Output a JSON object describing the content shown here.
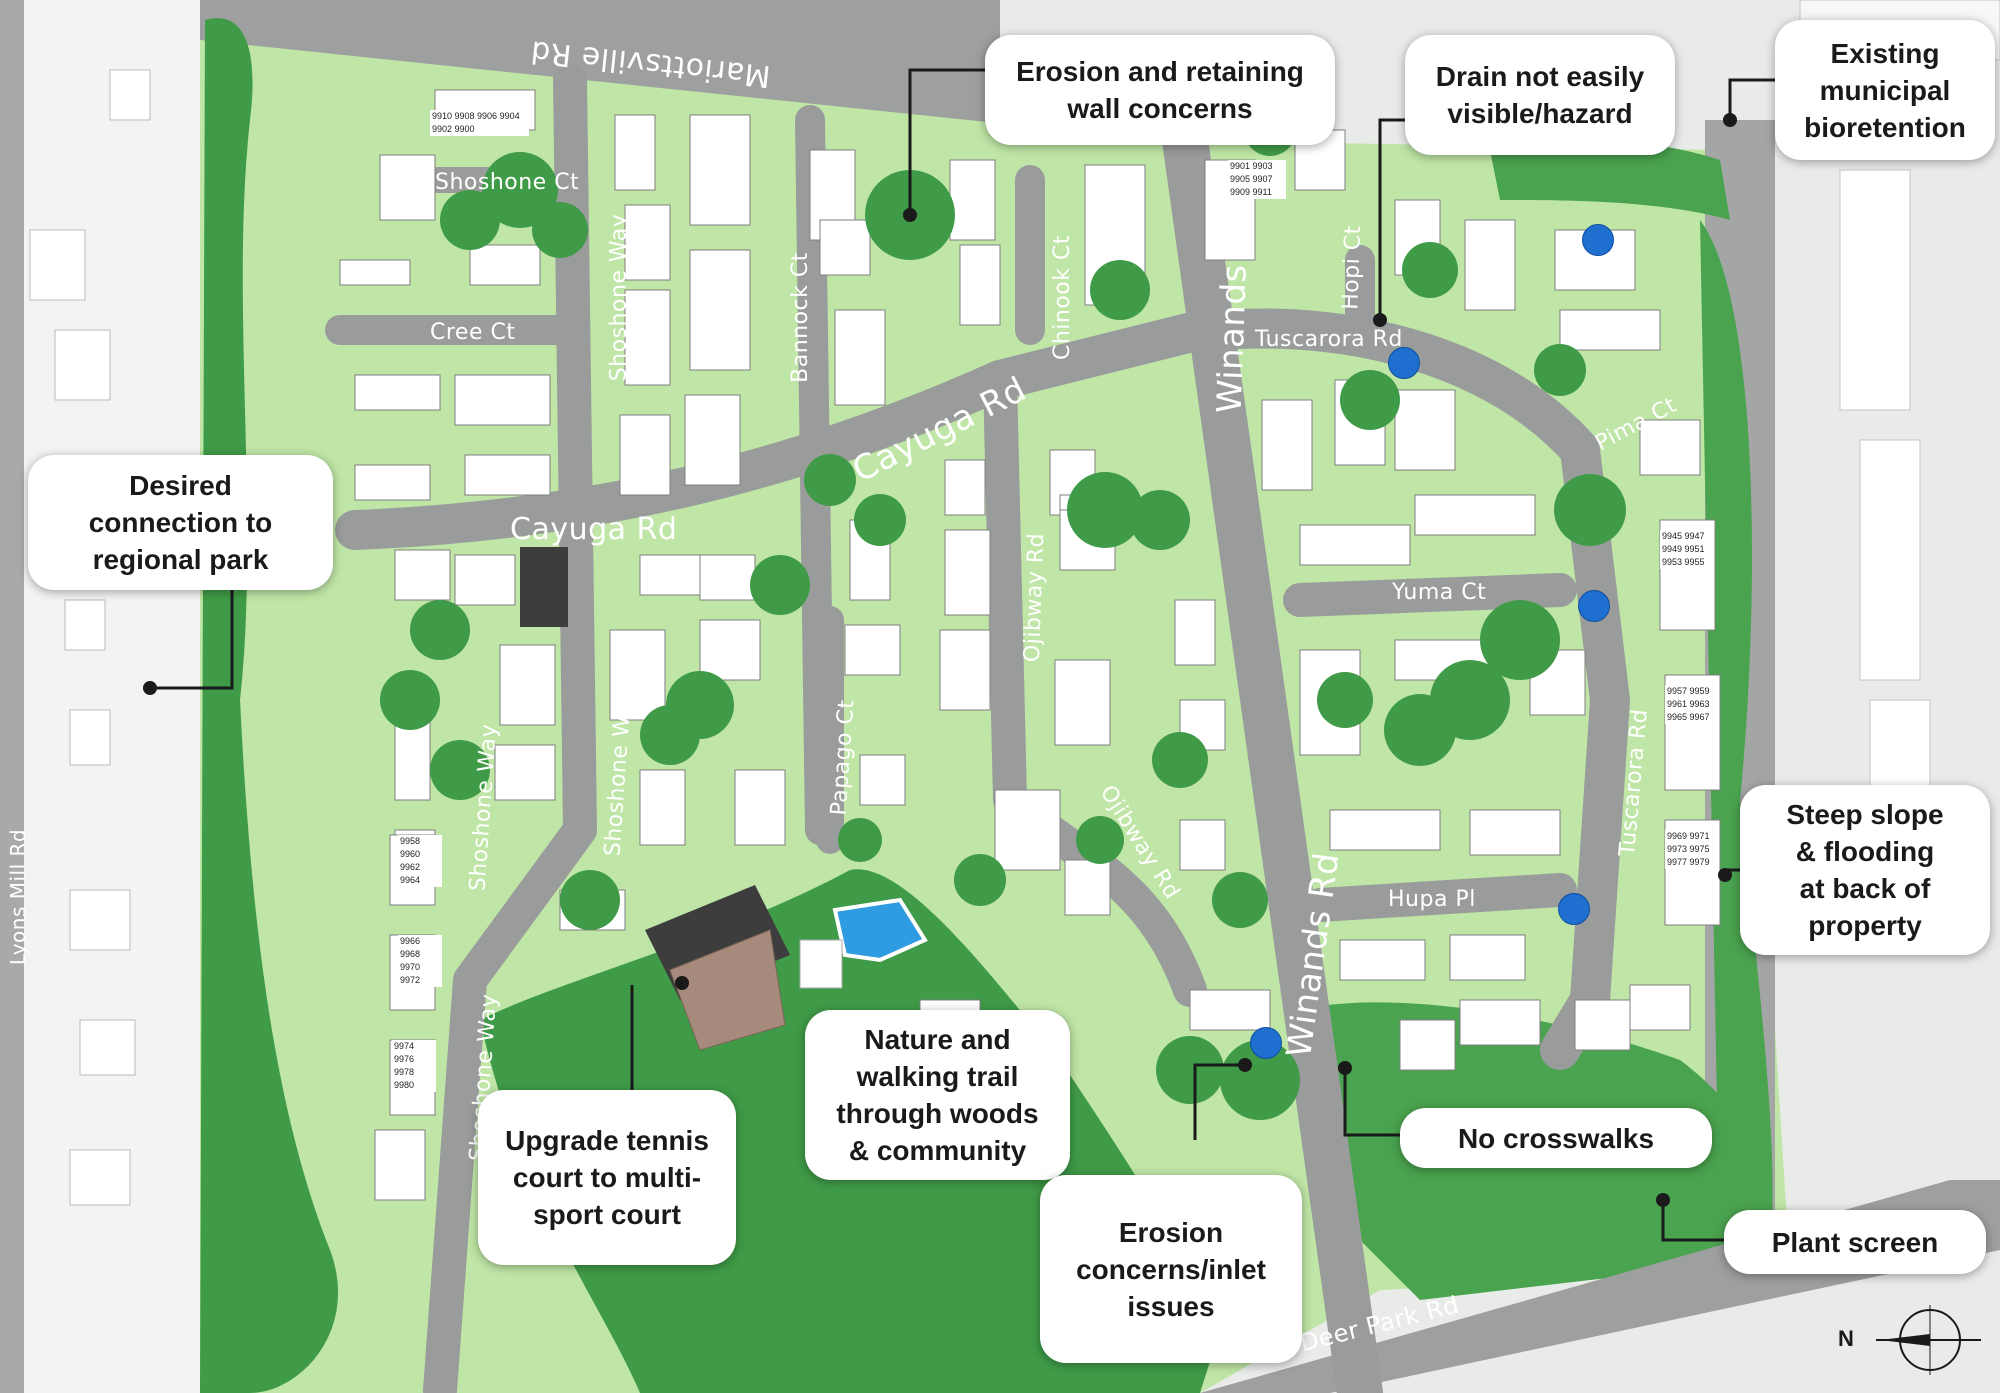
{
  "callouts": {
    "erosion_retaining": "Erosion and retaining\nwall concerns",
    "drain_hazard": "Drain not easily\nvisible/hazard",
    "bioretention": "Existing\nmunicipal\nbioretention",
    "regional_park": "Desired\nconnection to\nregional park",
    "steep_slope": "Steep slope\n& flooding\nat back of\nproperty",
    "tennis": "Upgrade tennis\ncourt to multi-\nsport court",
    "nature_trail": "Nature and\nwalking trail\nthrough woods\n& community",
    "no_crosswalks": "No crosswalks",
    "erosion_inlet": "Erosion\nconcerns/inlet\nissues",
    "plant_screen": "Plant screen"
  },
  "streets": {
    "mariottsville": "Mariottsville Rd",
    "winands_north": "Winands Rd",
    "winands_south": "Winands Rd",
    "cayuga_diag": "Cayuga Rd",
    "cayuga_west": "Cayuga Rd",
    "shoshone_ct": "Shoshone Ct",
    "shoshone_way_1": "Shoshone Way",
    "shoshone_way_2": "Shoshone Way",
    "shoshone_way_3": "Shoshone Way",
    "shoshone_way_4": "Shoshone Way",
    "cree_ct": "Cree Ct",
    "bannock_ct": "Bannock Ct",
    "chinook_ct": "Chinook Ct",
    "hopi_ct": "Hopi Ct",
    "tuscarora_north": "Tuscarora Rd",
    "tuscarora_south": "Tuscarora Rd",
    "pima_ct": "Pima Ct",
    "yuma_ct": "Yuma Ct",
    "hupa_pl": "Hupa Pl",
    "ojibway_1": "Ojibway Rd",
    "ojibway_2": "Ojibway Rd",
    "papago_ct": "Papago Ct",
    "lyons_mill": "Lyons Mill Rd",
    "deer_park": "Deer Park Rd"
  },
  "lots": [
    {
      "id": "a",
      "text": "9910 9908 9906 9904 9902 9900"
    },
    {
      "id": "b",
      "text": "9901 9903 9905 9907 9909 9911"
    },
    {
      "id": "c",
      "text": "9945 9947 9949 9951 9953 9955"
    },
    {
      "id": "d",
      "text": "9957 9959 9961 9963 9965 9967"
    },
    {
      "id": "e",
      "text": "9969 9971 9973 9975 9977 9979"
    },
    {
      "id": "f",
      "text": "9966 9968 9970 9972"
    },
    {
      "id": "g",
      "text": "9974 9976 9978 9980"
    },
    {
      "id": "h",
      "text": "9958 9960 9962 9964"
    }
  ],
  "compass_label": "N",
  "colors": {
    "green_light": "#bfe6a6",
    "green_dark": "#3f9b47",
    "green_mid": "#5fae5b",
    "road": "#9a9c9c",
    "drain": "#1f6fd1"
  }
}
